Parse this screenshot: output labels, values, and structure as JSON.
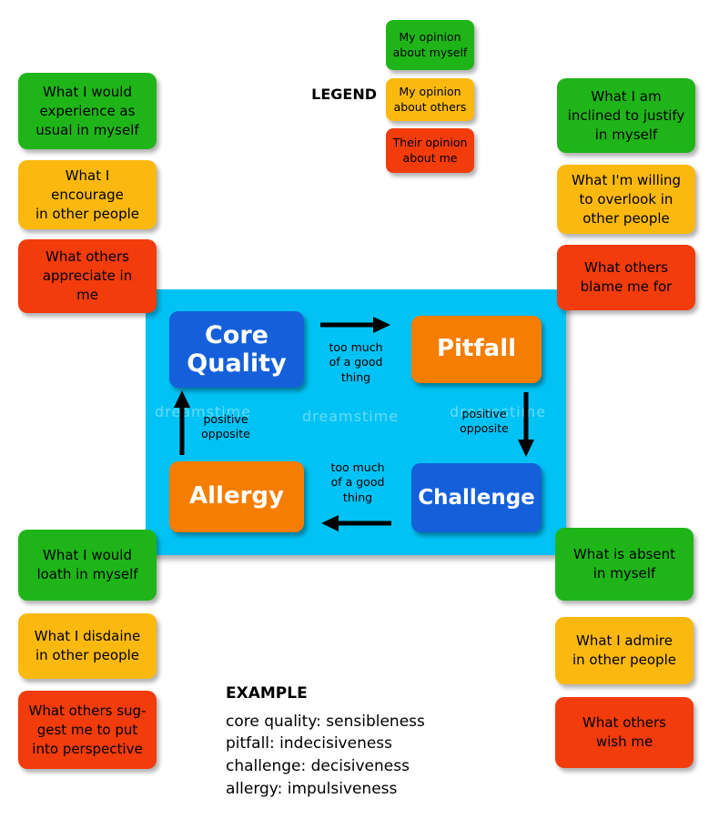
{
  "colors": {
    "green": "#1fb519",
    "yellow": "#fbb90f",
    "red": "#f23c0c",
    "cyan": "#00c2f4",
    "blue": "#1560da",
    "orange": "#f57d00",
    "arrow": "#000000"
  },
  "legend": {
    "title": "LEGEND",
    "items": [
      {
        "text": "My opinion\nabout myself",
        "color": "#1fb519"
      },
      {
        "text": "My opinion\nabout others",
        "color": "#fbb90f"
      },
      {
        "text": "Their opinion\nabout me",
        "color": "#f23c0c"
      }
    ]
  },
  "notes": {
    "top_left": {
      "green": "What I would\nexperience as\nusual in myself",
      "yellow": "What I\nencourage\nin other people",
      "red": "What others\nappreciate in\nme"
    },
    "top_right": {
      "green": "What I am\ninclined to justify\nin myself",
      "yellow": "What I'm willing\nto overlook in\nother people",
      "red": "What others\nblame me for"
    },
    "bottom_left": {
      "green": "What I would\nloath in myself",
      "yellow": "What I disdaine\nin other people",
      "red": "What others sug-\ngest me to put\ninto perspective"
    },
    "bottom_right": {
      "green": "What is absent\nin myself",
      "yellow": "What I admire\nin other people",
      "red": "What others\nwish me"
    }
  },
  "quadrant": {
    "core_quality": "Core\nQuality",
    "pitfall": "Pitfall",
    "challenge": "Challenge",
    "allergy": "Allergy",
    "labels": {
      "top": "too much\nof a good\nthing",
      "right": "positive\nopposite",
      "bottom": "too much\nof a good\nthing",
      "left": "positive\nopposite"
    }
  },
  "example": {
    "title": "EXAMPLE",
    "lines": [
      "core quality: sensibleness",
      "pitfall: indecisiveness",
      "challenge: decisiveness",
      "allergy: impulsiveness"
    ]
  },
  "watermark": "dreamstime"
}
